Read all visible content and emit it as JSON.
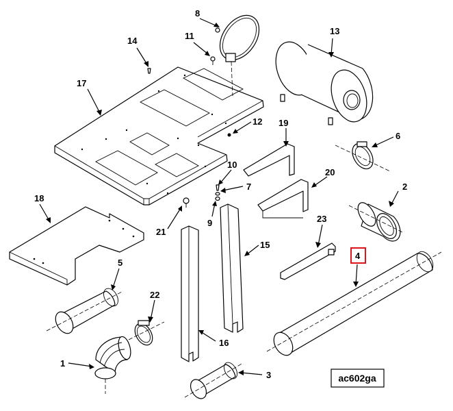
{
  "callouts": [
    {
      "id": "1",
      "text": "1"
    },
    {
      "id": "2",
      "text": "2"
    },
    {
      "id": "3",
      "text": "3"
    },
    {
      "id": "4",
      "text": "4",
      "highlighted": true
    },
    {
      "id": "5",
      "text": "5"
    },
    {
      "id": "6",
      "text": "6"
    },
    {
      "id": "7",
      "text": "7"
    },
    {
      "id": "8",
      "text": "8"
    },
    {
      "id": "9",
      "text": "9"
    },
    {
      "id": "10",
      "text": "10"
    },
    {
      "id": "11",
      "text": "11"
    },
    {
      "id": "12",
      "text": "12"
    },
    {
      "id": "13",
      "text": "13"
    },
    {
      "id": "14",
      "text": "14"
    },
    {
      "id": "15",
      "text": "15"
    },
    {
      "id": "16",
      "text": "16"
    },
    {
      "id": "17",
      "text": "17"
    },
    {
      "id": "18",
      "text": "18"
    },
    {
      "id": "19",
      "text": "19"
    },
    {
      "id": "20",
      "text": "20"
    },
    {
      "id": "21",
      "text": "21"
    },
    {
      "id": "22",
      "text": "22"
    },
    {
      "id": "23",
      "text": "23"
    }
  ],
  "reference_code": "ac602ga",
  "highlight_color": "#e0121a"
}
